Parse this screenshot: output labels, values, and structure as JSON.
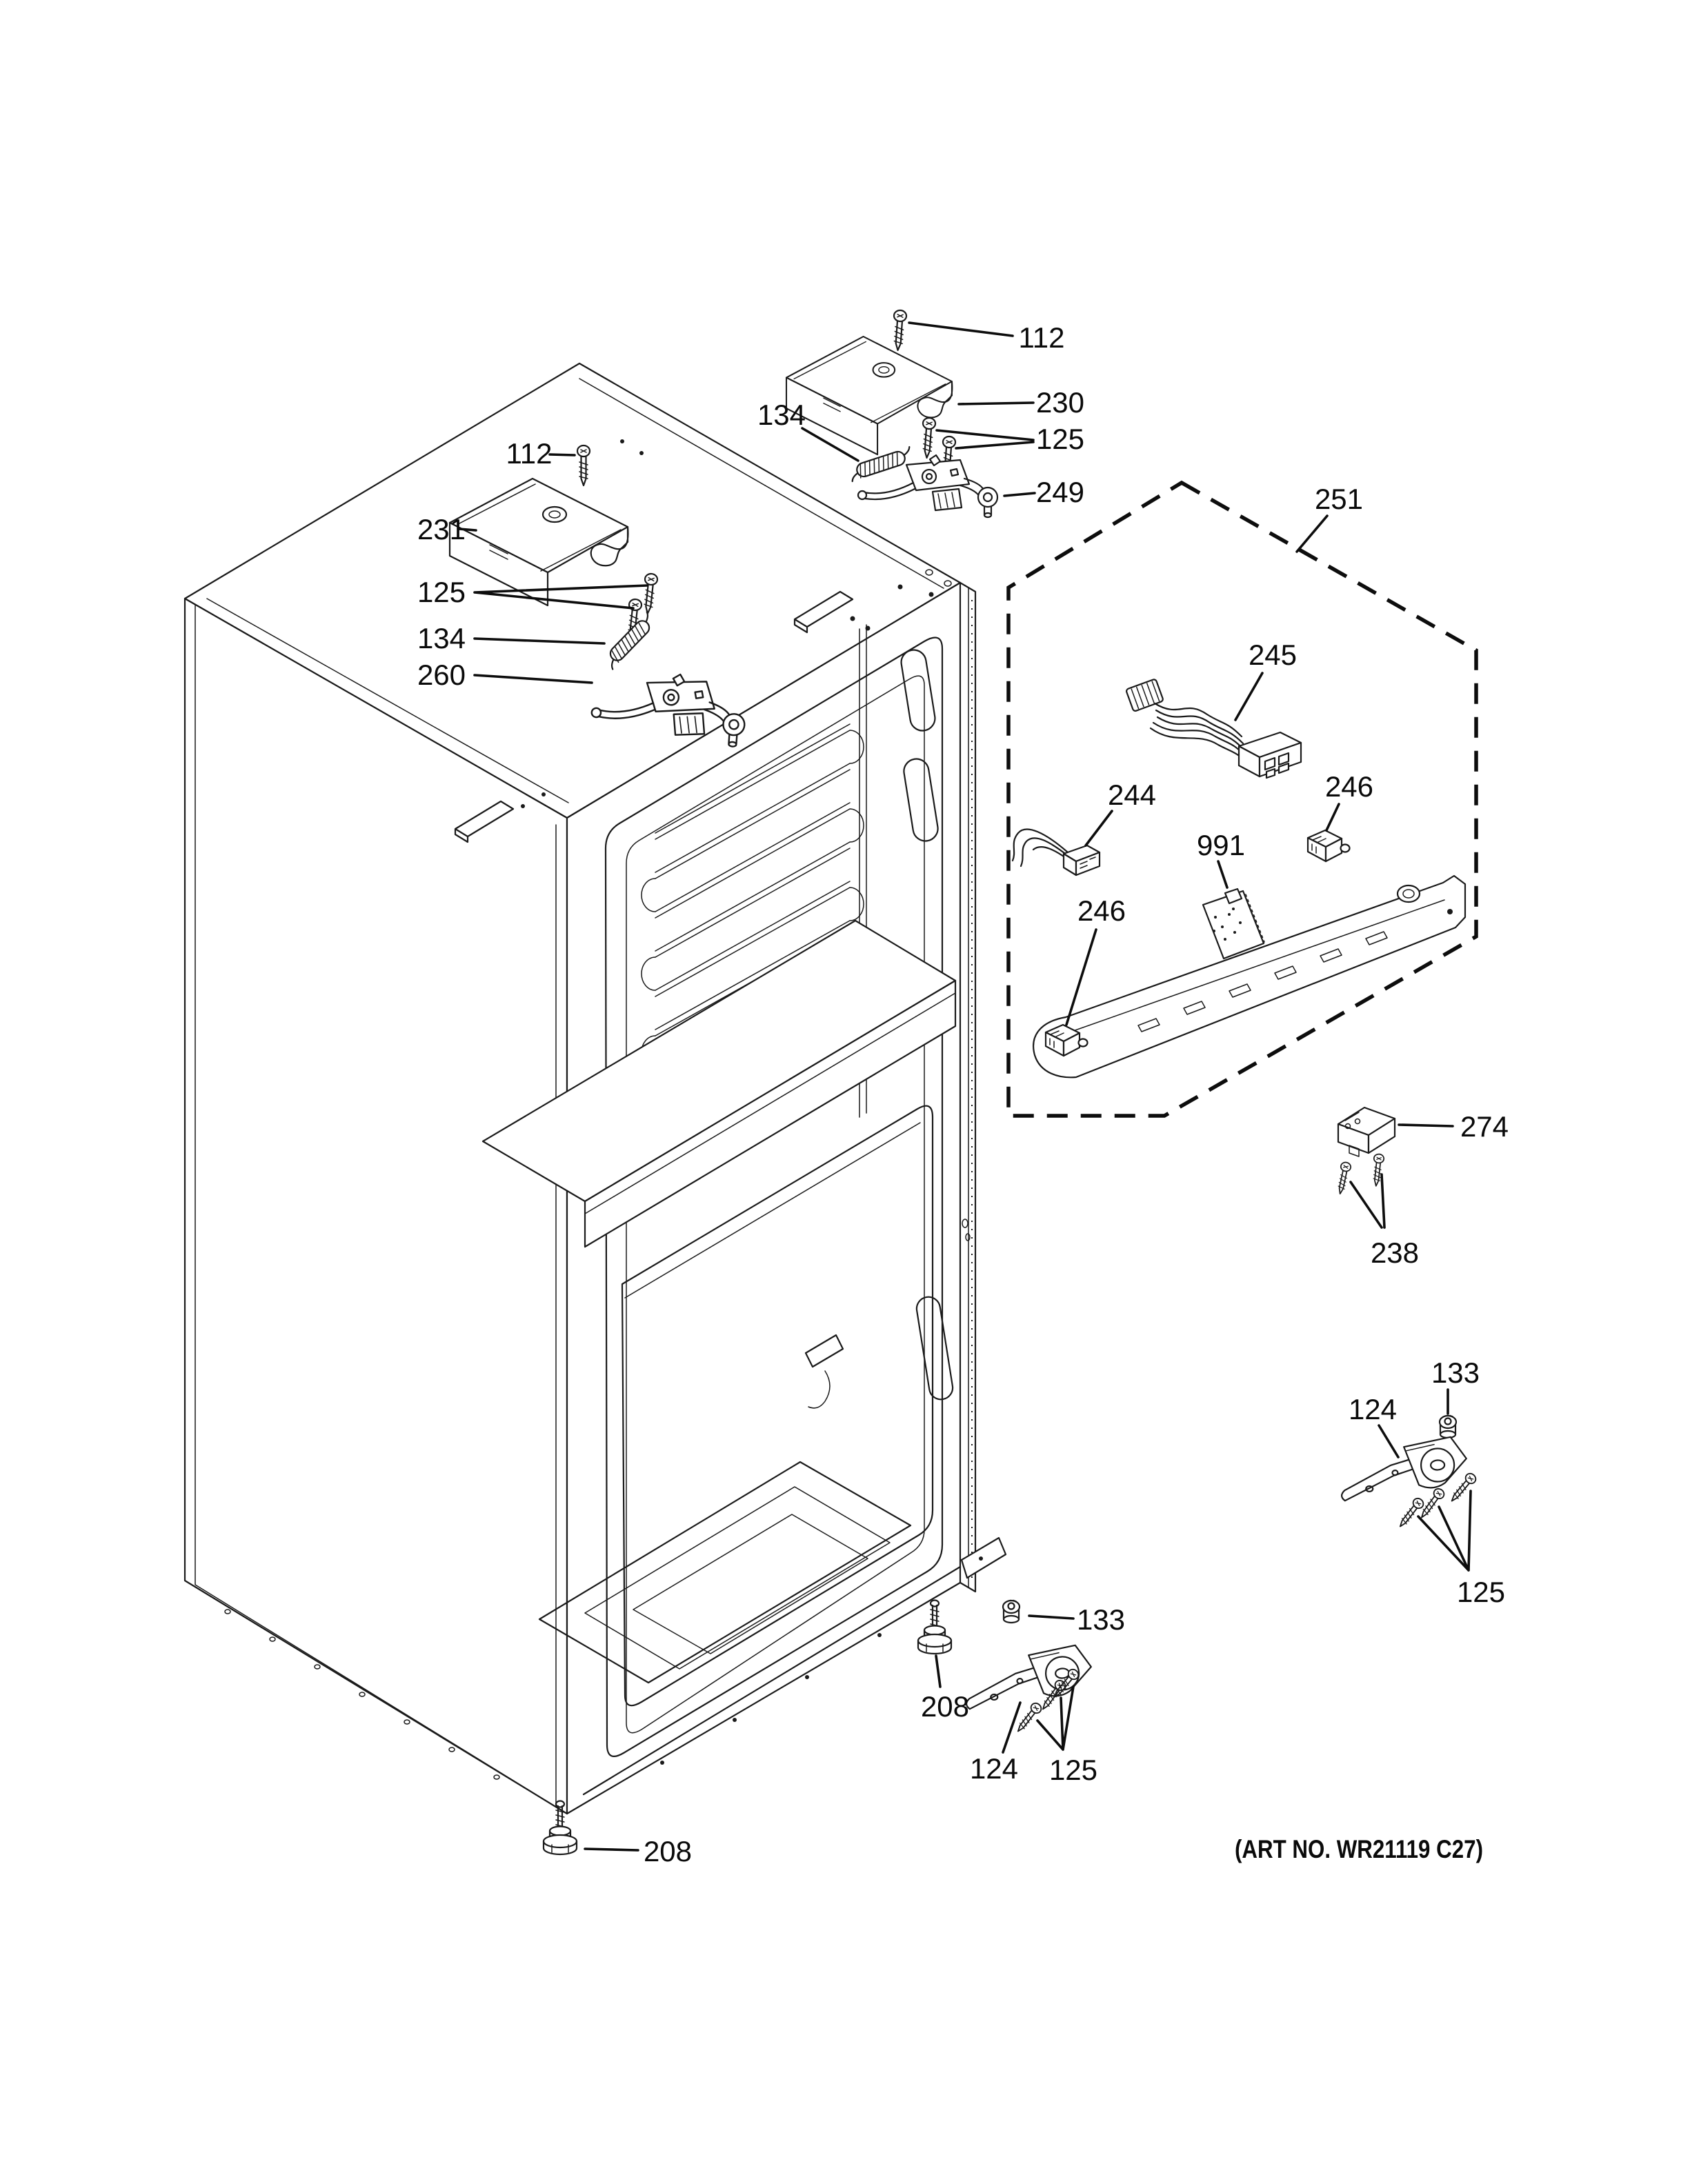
{
  "figure": {
    "art_number": "(ART NO. WR21119 C27)"
  },
  "callouts": [
    {
      "id": "112-top",
      "label": "112"
    },
    {
      "id": "230",
      "label": "230"
    },
    {
      "id": "134-top",
      "label": "134"
    },
    {
      "id": "125-top",
      "label": "125"
    },
    {
      "id": "249",
      "label": "249"
    },
    {
      "id": "112-left",
      "label": "112"
    },
    {
      "id": "231",
      "label": "231"
    },
    {
      "id": "125-left",
      "label": "125"
    },
    {
      "id": "134-left",
      "label": "134"
    },
    {
      "id": "260",
      "label": "260"
    },
    {
      "id": "251",
      "label": "251"
    },
    {
      "id": "245",
      "label": "245"
    },
    {
      "id": "244",
      "label": "244"
    },
    {
      "id": "246-right",
      "label": "246"
    },
    {
      "id": "991",
      "label": "991"
    },
    {
      "id": "246-left",
      "label": "246"
    },
    {
      "id": "274",
      "label": "274"
    },
    {
      "id": "238",
      "label": "238"
    },
    {
      "id": "133-right",
      "label": "133"
    },
    {
      "id": "124-right",
      "label": "124"
    },
    {
      "id": "125-right",
      "label": "125"
    },
    {
      "id": "133-bottom",
      "label": "133"
    },
    {
      "id": "208-bottom",
      "label": "208"
    },
    {
      "id": "124-bottom",
      "label": "124"
    },
    {
      "id": "125-bottom",
      "label": "125"
    },
    {
      "id": "208-left",
      "label": "208"
    }
  ]
}
